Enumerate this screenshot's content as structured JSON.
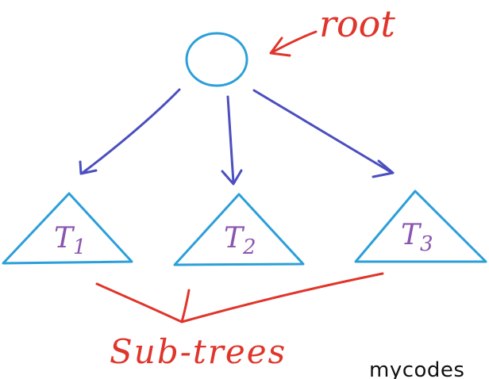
{
  "diagram": {
    "root_label": "root",
    "subtrees": [
      {
        "label": "T",
        "subscript": "1"
      },
      {
        "label": "T",
        "subscript": "2"
      },
      {
        "label": "T",
        "subscript": "3"
      }
    ],
    "group_label": "Sub-trees"
  },
  "colors": {
    "node_stroke": "#2b9fd9",
    "arrow_stroke": "#4b4fbf",
    "annotation": "#e0352b",
    "subtree_label": "#8a55b0"
  },
  "watermark": "mycodes"
}
